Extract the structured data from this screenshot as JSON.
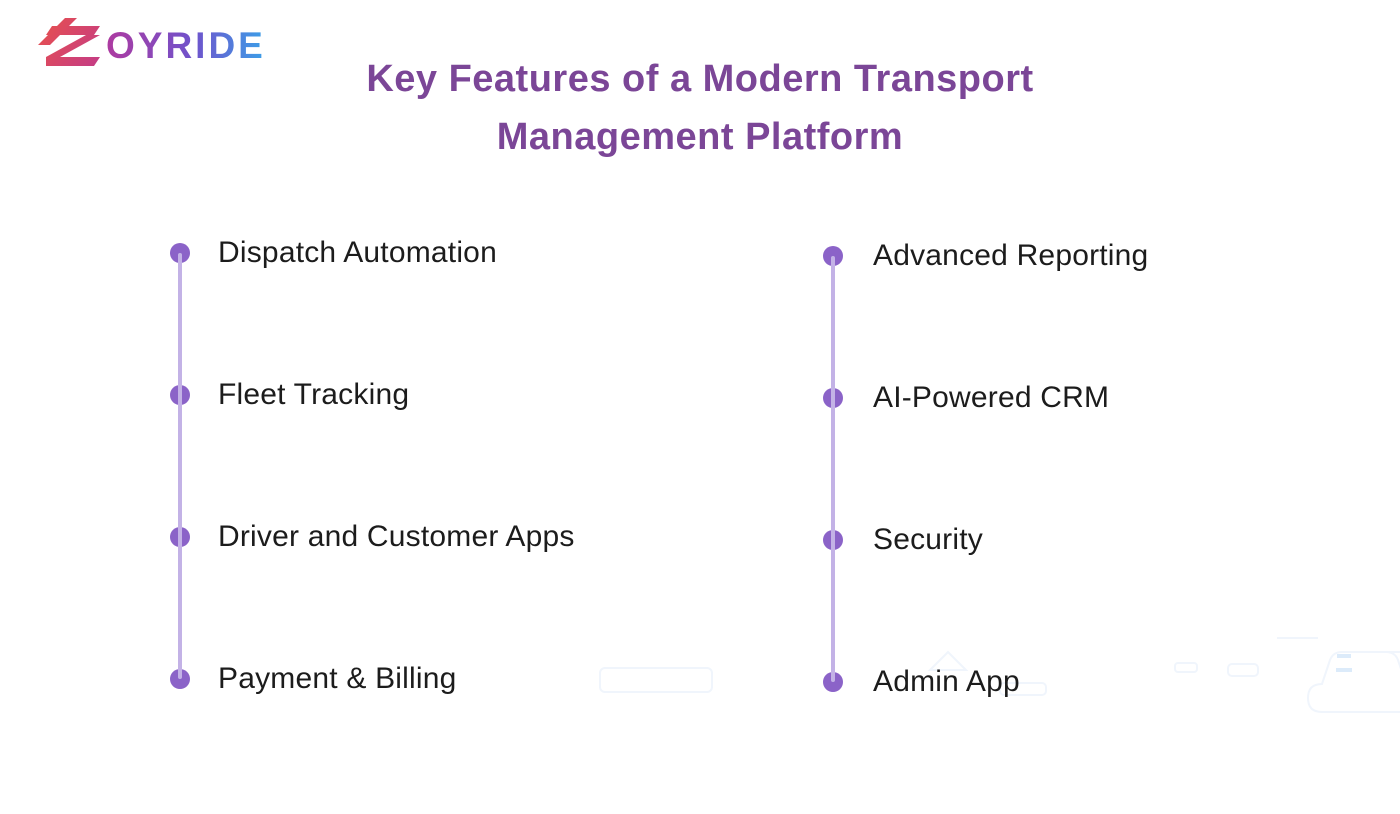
{
  "logo": {
    "brand": "ZOYRIDE",
    "wordmark": "OYRIDE"
  },
  "title": {
    "line1": "Key Features of a Modern Transport",
    "line2": "Management Platform"
  },
  "columns": [
    {
      "side": "left",
      "items": [
        "Dispatch Automation",
        "Fleet Tracking",
        "Driver and Customer Apps",
        "Payment & Billing"
      ]
    },
    {
      "side": "right",
      "items": [
        "Advanced Reporting",
        "AI-Powered CRM",
        "Security",
        "Admin App"
      ]
    }
  ],
  "theme": {
    "background": "#ffffff",
    "title_color": "#7b4697",
    "text_color": "#1c1c1c",
    "dot_color": "#8b63c8",
    "line_color": "#c3b2e6",
    "logo_z_1": "#e9514b",
    "logo_z_2": "#c43c86",
    "logo_word_1": "#ae3aa0",
    "logo_word_2": "#6f53cc",
    "logo_word_3": "#3ba0e8"
  }
}
